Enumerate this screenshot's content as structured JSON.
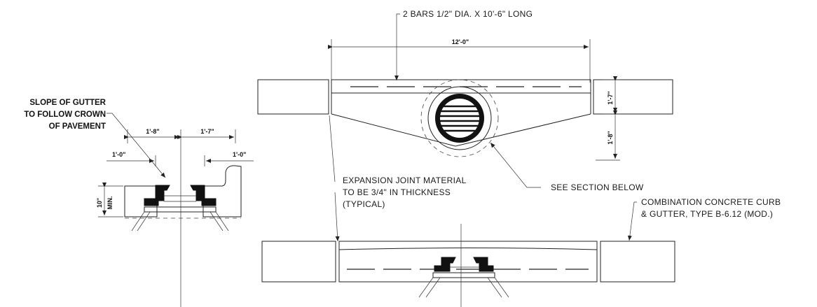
{
  "notes": {
    "bars": "2 BARS 1/2\" DIA. X 10'-6\" LONG",
    "slope_line1": "SLOPE OF GUTTER",
    "slope_line2": "TO FOLLOW CROWN",
    "slope_line3": "OF PAVEMENT",
    "expansion_line1": "EXPANSION JOINT MATERIAL",
    "expansion_line2": "TO BE 3/4\" IN THICKNESS",
    "expansion_line3": "(TYPICAL)",
    "see_section": "SEE SECTION BELOW",
    "curb_line1": "COMBINATION CONCRETE CURB",
    "curb_line2": "& GUTTER, TYPE B-6.12 (MOD.)"
  },
  "dimensions": {
    "plan_length": "12'-0\"",
    "plan_depth_top": "1'-7\"",
    "plan_depth_bottom": "1'-8\"",
    "section_left": "1'-8\"",
    "section_right": "1'-7\"",
    "section_offset_left": "1'-0\"",
    "section_offset_right": "1'-0\"",
    "section_height": "10\"",
    "section_min": "MIN."
  }
}
